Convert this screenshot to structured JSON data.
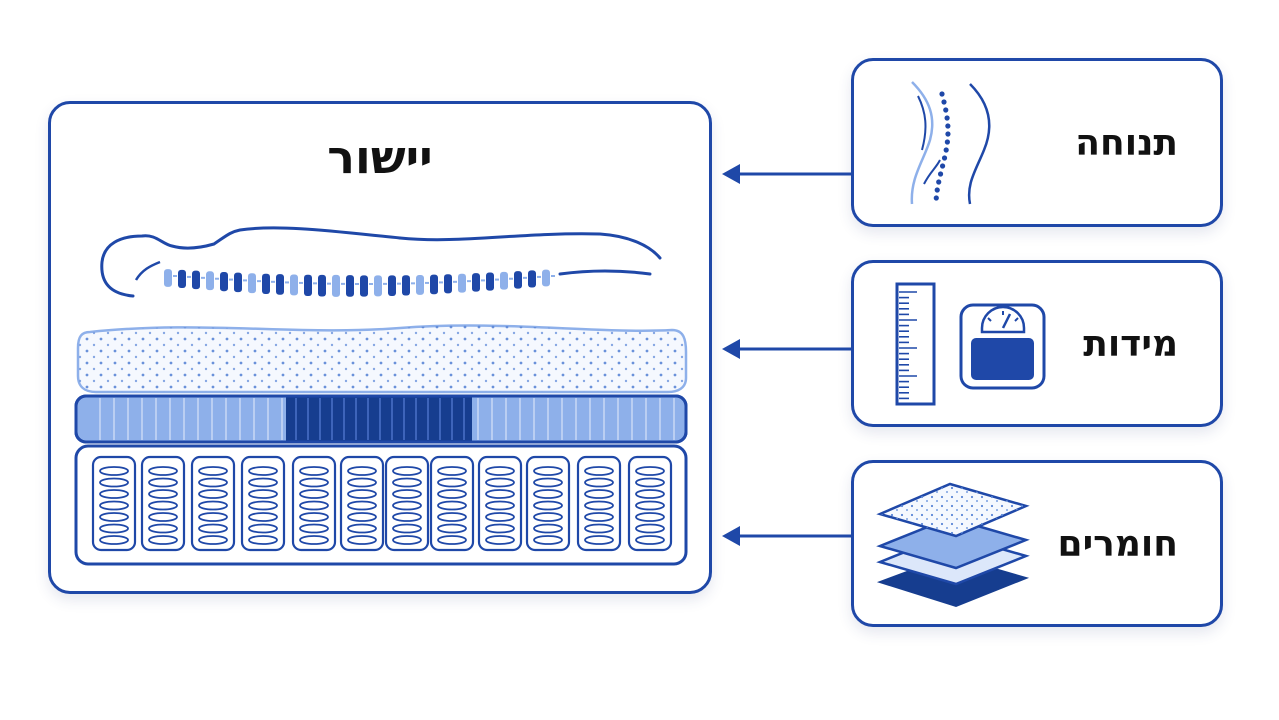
{
  "main": {
    "title": "יישור"
  },
  "factors": [
    {
      "label": "תנוחה"
    },
    {
      "label": "מידות"
    },
    {
      "label": "חומרים"
    }
  ],
  "colors": {
    "primary": "#1f48a8",
    "dark": "#163d8f",
    "light": "#8eb0ea",
    "pale": "#eef3fc"
  },
  "icons": [
    "spine-profile-icon",
    "ruler-icon",
    "scale-icon",
    "material-layers-icon",
    "spine-sleeper-icon",
    "mattress-icon"
  ]
}
